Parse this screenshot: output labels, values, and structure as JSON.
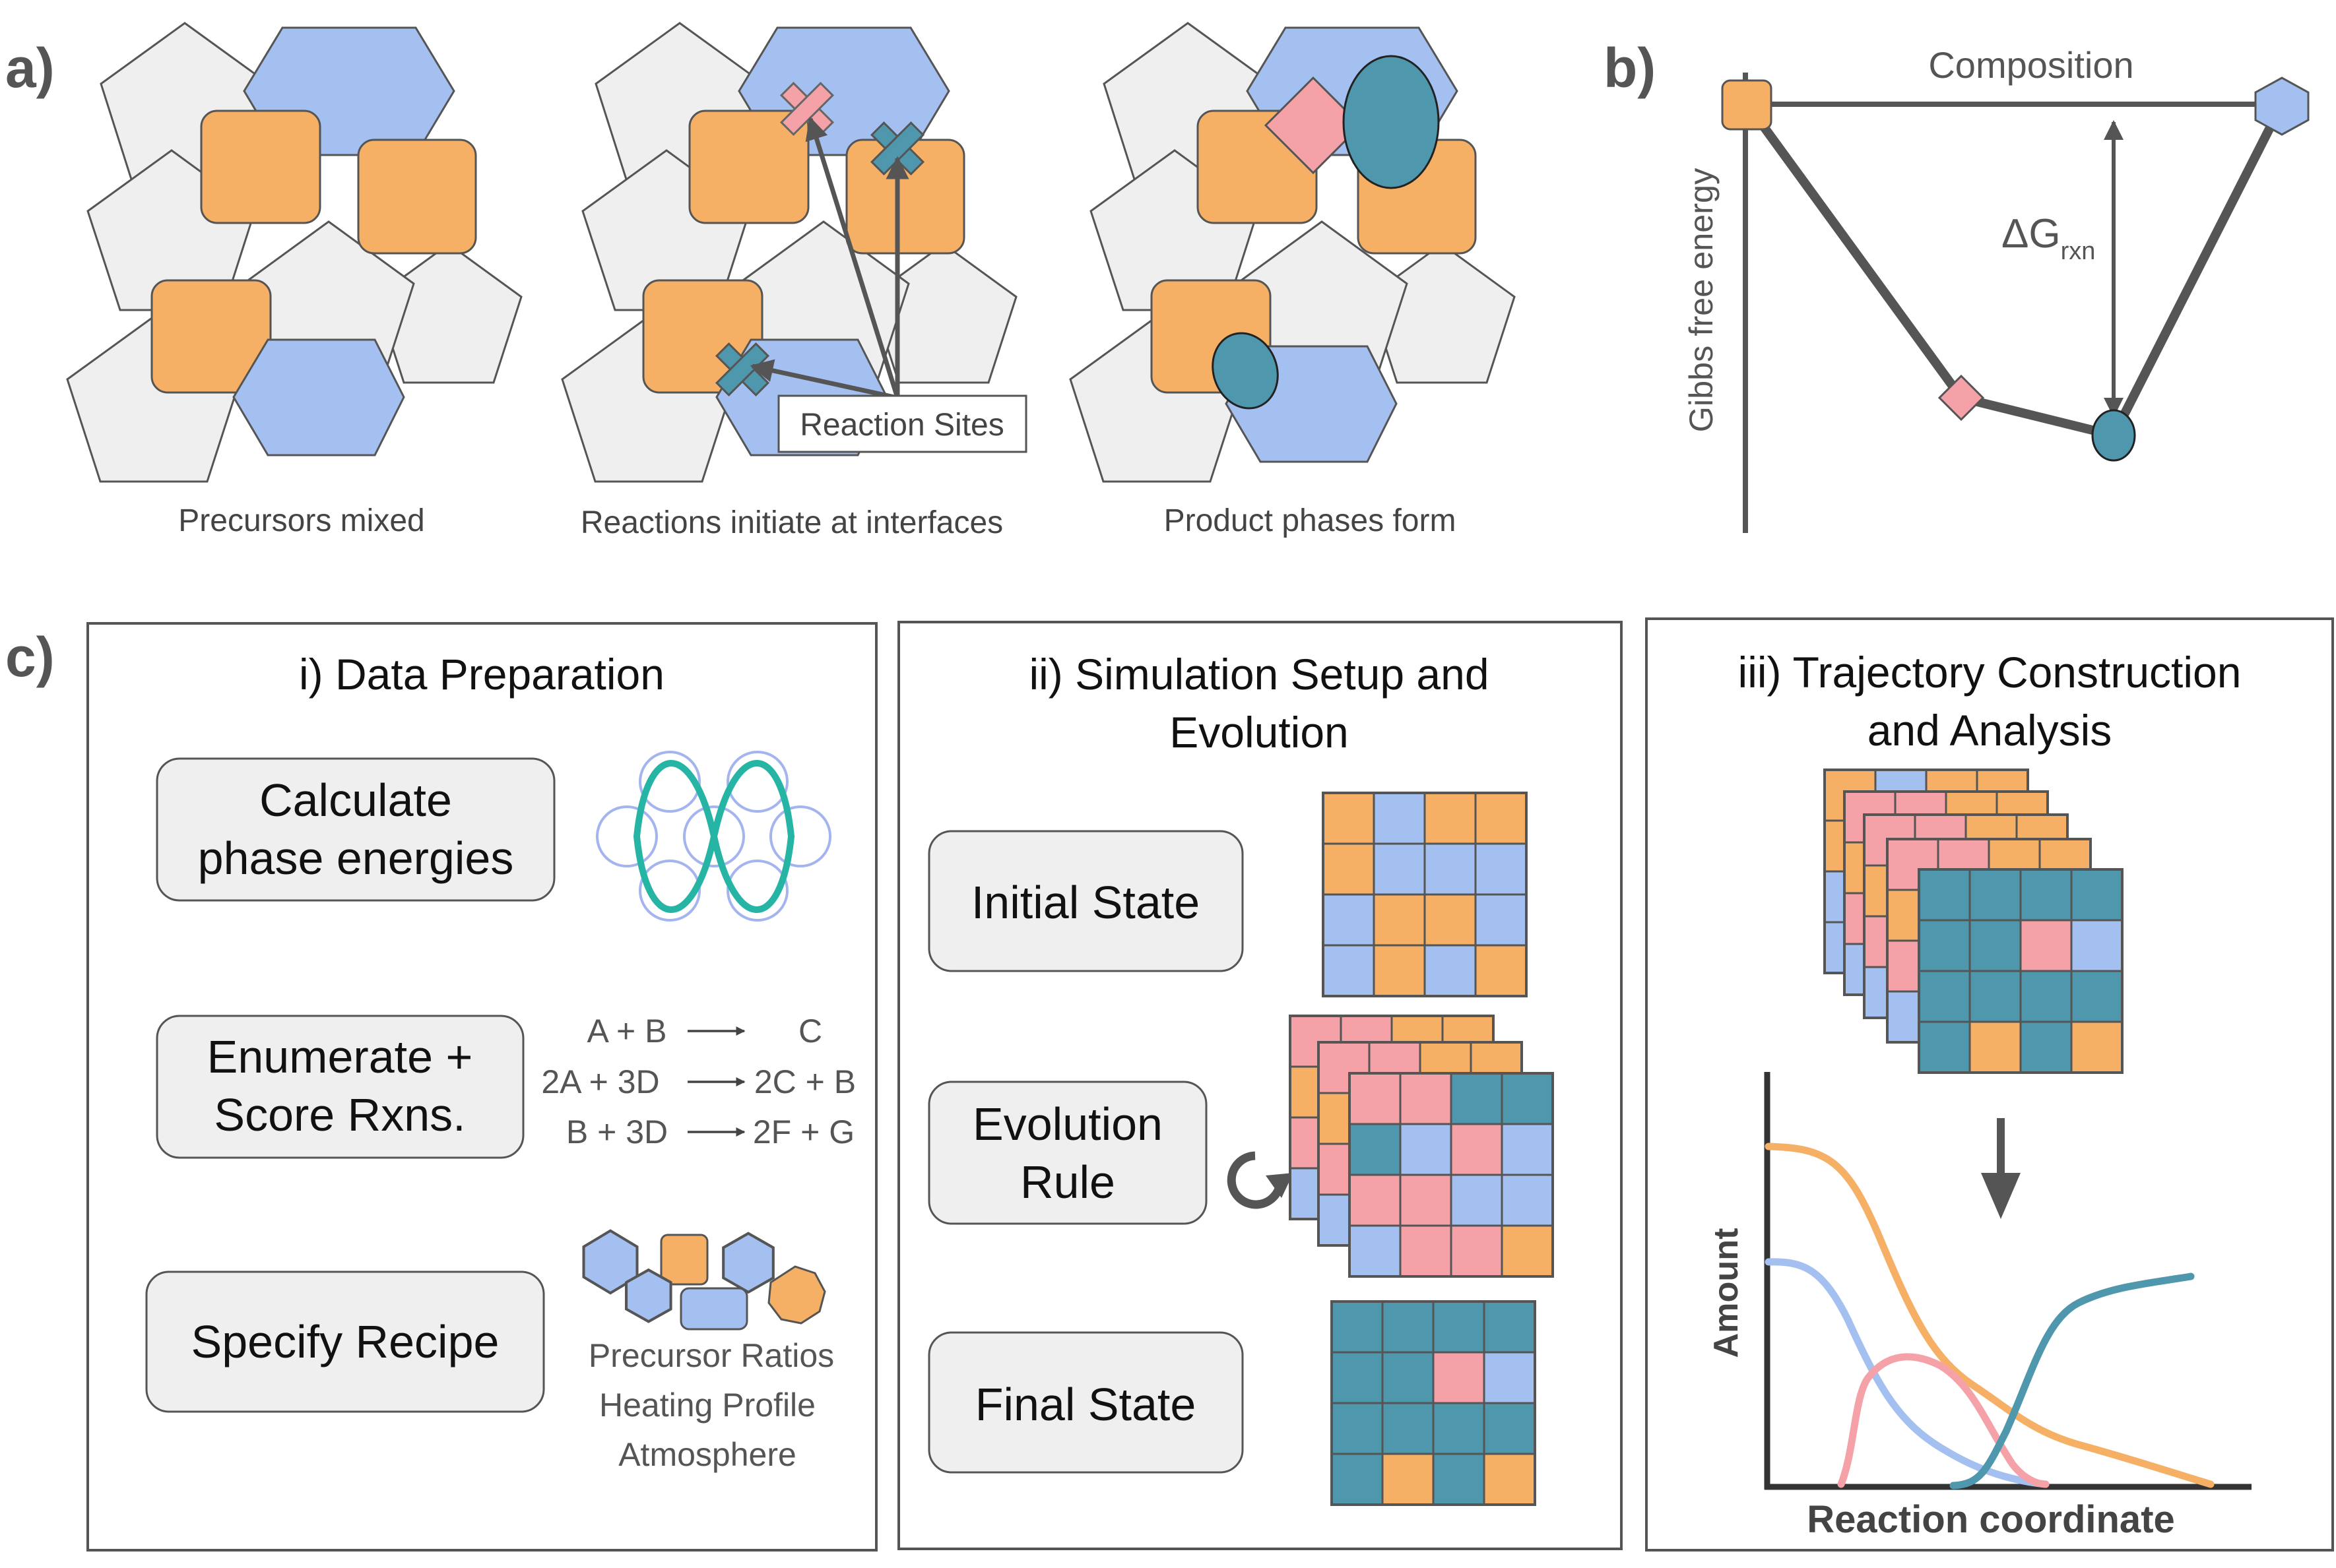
{
  "panel_a": {
    "letter": "a)",
    "captions": [
      "Precursors mixed",
      "Reactions initiate at interfaces",
      "Product phases form"
    ],
    "callout": "Reaction Sites"
  },
  "panel_b": {
    "letter": "b)",
    "x_label": "Composition",
    "y_label": "Gibbs free energy",
    "delta_main": "ΔG",
    "delta_sub": "rxn"
  },
  "panel_c": {
    "letter": "c)",
    "sections": [
      {
        "title": "i) Data Preparation",
        "steps": [
          [
            "Calculate",
            "phase energies"
          ],
          [
            "Enumerate +",
            "Score Rxns."
          ],
          [
            "Specify Recipe"
          ]
        ],
        "reactions": [
          {
            "left": "A + B",
            "right": "C"
          },
          {
            "left": "2A + 3D",
            "right": "2C + B"
          },
          {
            "left": "B + 3D",
            "right": "2F + G"
          }
        ],
        "recipe_items": [
          "Precursor Ratios",
          "Heating Profile",
          "Atmosphere"
        ]
      },
      {
        "title": [
          "ii) Simulation Setup and",
          "Evolution"
        ],
        "steps": [
          [
            "Initial State"
          ],
          [
            "Evolution",
            "Rule"
          ],
          [
            "Final State"
          ]
        ]
      },
      {
        "title": [
          "iii) Trajectory Construction",
          "and Analysis"
        ],
        "x_label": "Reaction coordinate",
        "y_label": "Amount"
      }
    ]
  },
  "colors": {
    "orange": "#f5b066",
    "blue": "#a4c0f0",
    "pink": "#f4a2a8",
    "teal": "#4f97ad",
    "grey": "#efefef",
    "outline": "#555555",
    "green": "#26b5a5"
  },
  "icons": [
    "gray-pentagon-icon",
    "blue-hexagon-icon",
    "orange-square-icon",
    "pink-diamond-icon",
    "teal-ellipse-icon",
    "cross-marker-icon",
    "cycle-arrow-icon",
    "down-arrow-icon",
    "wavefunction-icon"
  ]
}
